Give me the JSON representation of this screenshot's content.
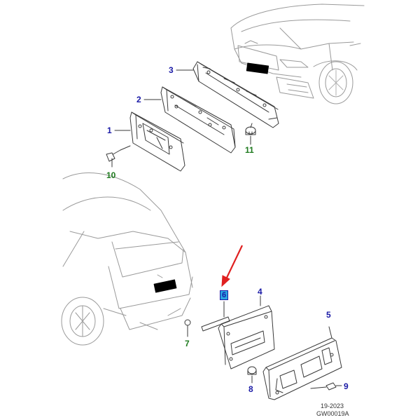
{
  "callouts": {
    "c1": "1",
    "c2": "2",
    "c3": "3",
    "c4": "4",
    "c5": "5",
    "c6": "6",
    "c7": "7",
    "c8": "8",
    "c9": "9",
    "c10": "10",
    "c11": "11"
  },
  "footer": {
    "year": "19-2023",
    "code": "GW00019A"
  },
  "colors": {
    "callout_blue": "#1a1aa6",
    "callout_green": "#1e7a1e",
    "selection_highlight": "#29a6e0",
    "pointer_arrow": "#e02020",
    "line_art": "#3a3a3a"
  }
}
